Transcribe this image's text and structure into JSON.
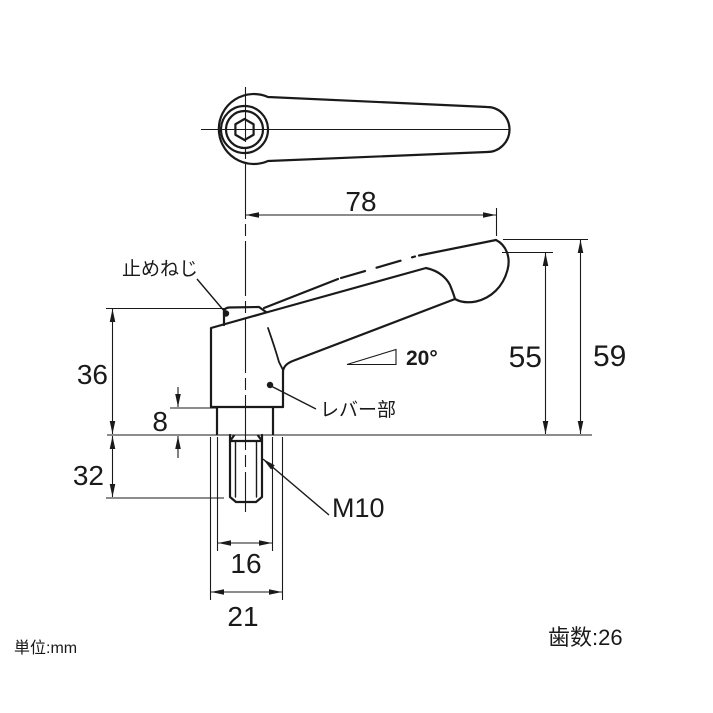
{
  "page": {
    "background": "#ffffff",
    "line_color": "#1a1a1a"
  },
  "drawing": {
    "type": "technical-drawing",
    "part": "clamp-lever",
    "dimensions": {
      "lever_length": "78",
      "total_height": "59",
      "grip_height": "55",
      "body_height": "36",
      "neck_height": "8",
      "stud_length": "32",
      "neck_width": "16",
      "body_width": "21"
    },
    "labels": {
      "set_screw": "止めねじ",
      "lever_part": "レバー部",
      "thread_spec": "M10",
      "lever_angle": "20°"
    },
    "notes": {
      "unit": "単位:mm",
      "teeth_count": "歯数:26"
    }
  }
}
